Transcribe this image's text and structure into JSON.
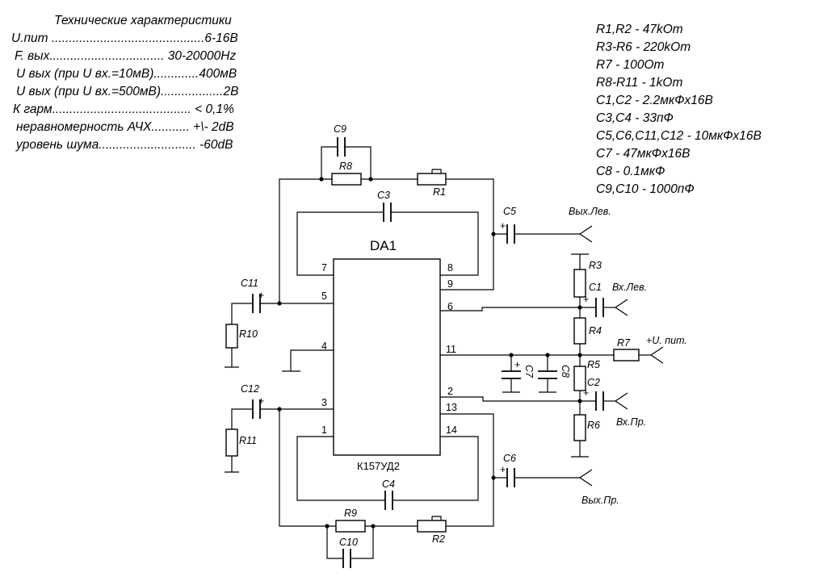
{
  "specs": {
    "title": "Технические характеристики",
    "lines": [
      "U.пит ............................................6-16В",
      "F. вых................................. 30-20000Hz",
      "U вых (при U вх.=10мВ).............400мВ",
      "U вых (при U вх.=500мВ)..................2В",
      "К гарм........................................ < 0,1%",
      "неравномерность АЧХ........... +\\- 2dB",
      "уровень шума............................ -60dB"
    ]
  },
  "parts_list": [
    "R1,R2 - 47kOm",
    "R3-R6 - 220kOm",
    "R7 - 100Om",
    "R8-R11 - 1kOm",
    "C1,C2 - 2.2мкФх16В",
    "C3,C4 - 33пФ",
    "C5,C6,C11,C12 - 10мкФх16В",
    "C7 - 47мкФх16В",
    "C8 - 0.1мкФ",
    "C9,C10 - 1000пФ"
  ],
  "chip": {
    "ref": "DA1",
    "part_number": "К157УД2",
    "pins_left": [
      "7",
      "5",
      "4",
      "3",
      "1"
    ],
    "pins_right": [
      "8",
      "9",
      "6",
      "11",
      "2",
      "13",
      "14"
    ]
  },
  "refs": {
    "c9": "C9",
    "r8": "R8",
    "r1": "R1",
    "c3": "C3",
    "c5": "C5",
    "c11": "C11",
    "r10": "R10",
    "c12": "C12",
    "r11": "R11",
    "r3": "R3",
    "c1": "C1",
    "r4": "R4",
    "r7": "R7",
    "r5": "R5",
    "c7": "C7",
    "c8": "C8",
    "c2": "C2",
    "r6": "R6",
    "c6": "C6",
    "c4": "C4",
    "r9": "R9",
    "r2": "R2",
    "c10": "C10"
  },
  "plus_sign": "+",
  "ports": {
    "out_left": "Вых.Лев.",
    "in_left": "Вх.Лев.",
    "supply": "+U. пит.",
    "in_right": "Вх.Пр.",
    "out_right": "Вых.Пр."
  }
}
